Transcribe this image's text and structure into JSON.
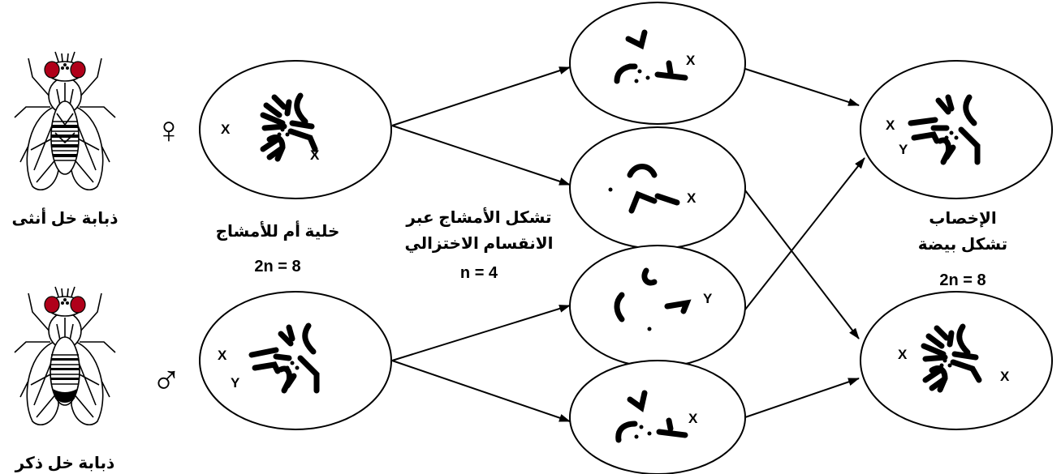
{
  "labels": {
    "female_fly": "ذبابة خل أنثى",
    "male_fly": "ذبابة خل ذكر",
    "mother_cell": "خلية أم للأمشاج",
    "mother_cell_formula": "2n = 8",
    "gamete_formation_line1": "تشكل الأمشاج عبر",
    "gamete_formation_line2": "الانقسام الاختزالي",
    "gamete_formula": "n = 4",
    "fertilization_line1": "الإخصاب",
    "fertilization_line2": "تشكل بيضة",
    "fertilization_formula": "2n = 8"
  },
  "symbols": {
    "female": "♀",
    "male": "♂"
  },
  "chromosome_labels": {
    "x": "X",
    "y": "Y"
  },
  "colors": {
    "fly_eye": "#b0001a",
    "stroke": "#000000",
    "background": "#ffffff"
  }
}
